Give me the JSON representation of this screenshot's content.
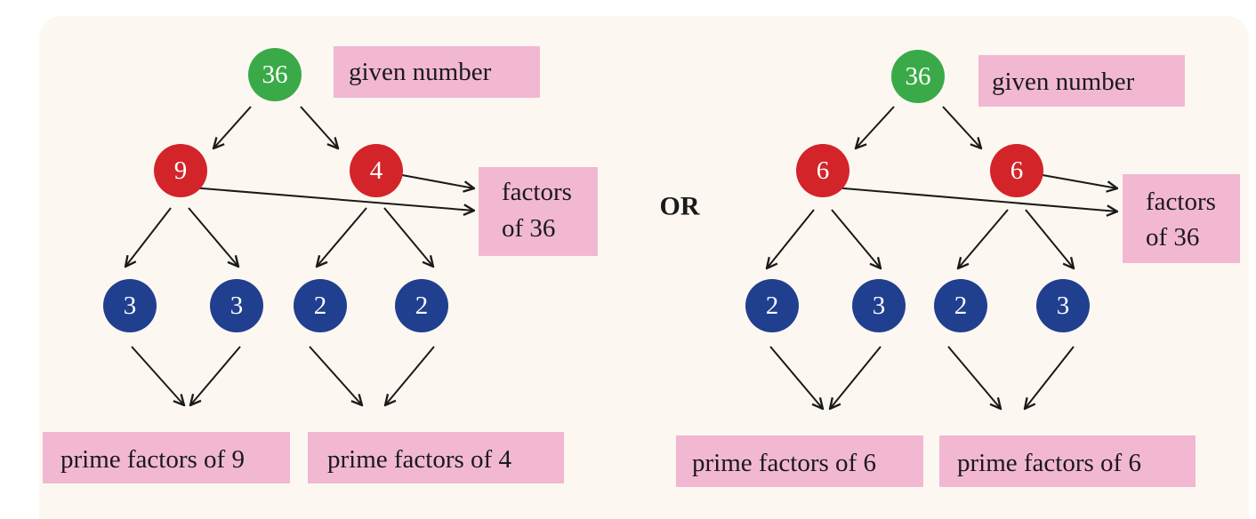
{
  "colors": {
    "panel": "#fcf8f1",
    "root": "#3aaa48",
    "factor": "#d3242a",
    "prime": "#213f8f",
    "tag": "#f2b8d2"
  },
  "connector": "OR",
  "trees": [
    {
      "root": "36",
      "root_tag": "given number",
      "factors": [
        "9",
        "4"
      ],
      "factors_tag": [
        "factors",
        "of 36"
      ],
      "primes": [
        "3",
        "3",
        "2",
        "2"
      ],
      "prime_tags": [
        "prime factors of 9",
        "prime factors of 4"
      ]
    },
    {
      "root": "36",
      "root_tag": "given number",
      "factors": [
        "6",
        "6"
      ],
      "factors_tag": [
        "factors",
        "of 36"
      ],
      "primes": [
        "2",
        "3",
        "2",
        "3"
      ],
      "prime_tags": [
        "prime factors of 6",
        "prime factors of 6"
      ]
    }
  ]
}
